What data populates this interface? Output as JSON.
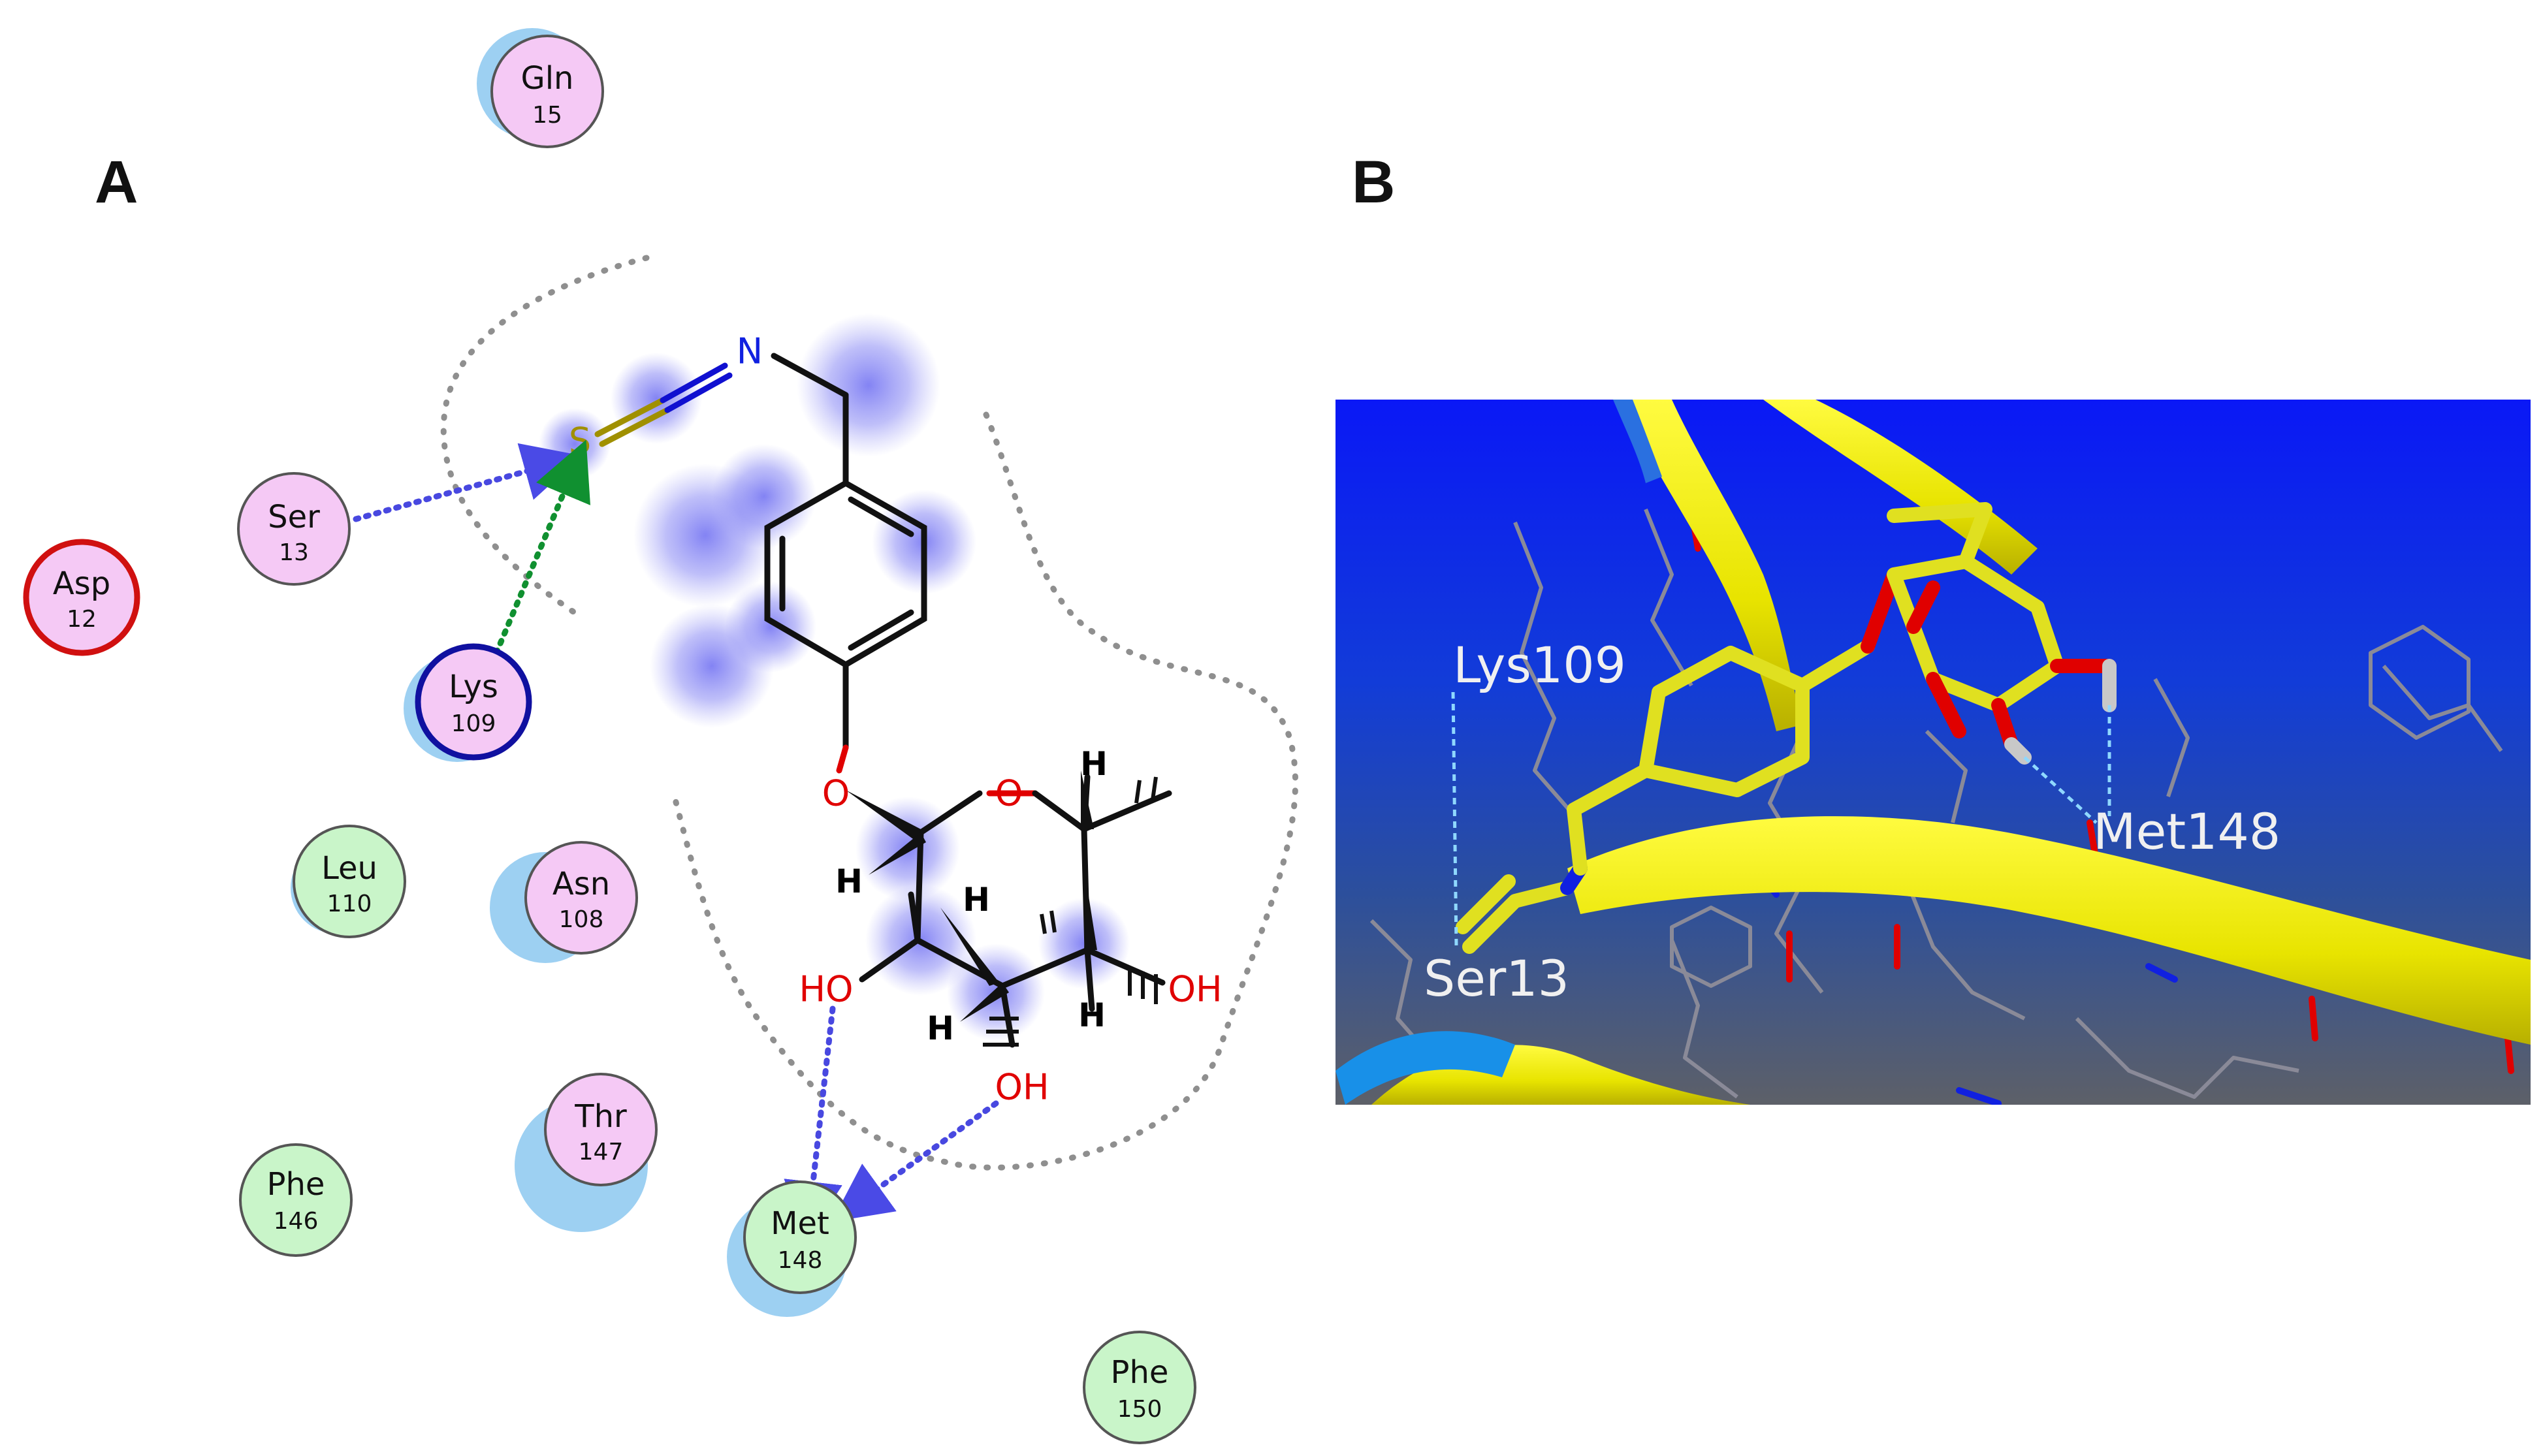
{
  "panels": {
    "a_label": "A",
    "b_label": "B"
  },
  "residues": {
    "gln15": {
      "name": "Gln",
      "num": "15"
    },
    "ser13": {
      "name": "Ser",
      "num": "13"
    },
    "asp12": {
      "name": "Asp",
      "num": "12"
    },
    "lys109": {
      "name": "Lys",
      "num": "109"
    },
    "leu110": {
      "name": "Leu",
      "num": "110"
    },
    "asn108": {
      "name": "Asn",
      "num": "108"
    },
    "thr147": {
      "name": "Thr",
      "num": "147"
    },
    "phe146": {
      "name": "Phe",
      "num": "146"
    },
    "met148": {
      "name": "Met",
      "num": "148"
    },
    "phe150": {
      "name": "Phe",
      "num": "150"
    }
  },
  "atoms": {
    "s": "S",
    "n": "N",
    "o_link": "O",
    "o_ring": "O",
    "oh_left": "HO",
    "oh_right": "OH",
    "oh_bottom": "OH",
    "h_c1": "H",
    "h_c2": "H",
    "h_c3": "H",
    "h_c4": "H",
    "h_c5": "H"
  },
  "view3d": {
    "labels": {
      "lys": "Lys109",
      "met": "Met148",
      "ser": "Ser13"
    }
  },
  "colors": {
    "polar_residue": "#f5c9f5",
    "hydrophobic_residue": "#c9f5c9",
    "acidic_outline": "#d01010",
    "basic_outline": "#1010a0",
    "solvent_halo": "#6fb8ec",
    "hbond_sidechain": "#4848e0",
    "hbond_backbone": "#109030",
    "ligand_exposure": "#6a6af0",
    "oxygen": "#e00000",
    "nitrogen": "#1020e0",
    "sulfur": "#a09000",
    "background_top": "#0a1cf5",
    "background_bottom": "#5a5f68",
    "ligand_carbon": "#e0e020",
    "ribbon": "#f4f20a",
    "hbond_3d": "#7fd4ff"
  }
}
